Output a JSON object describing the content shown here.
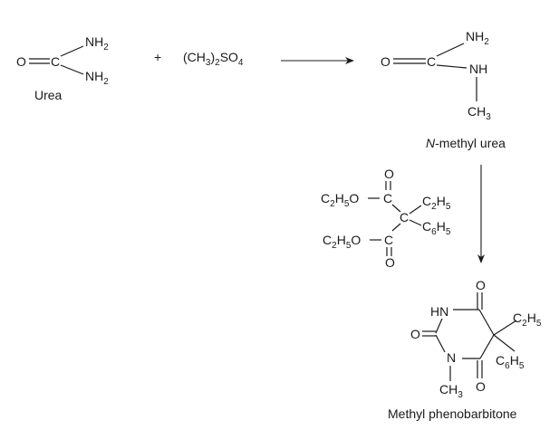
{
  "reaction": {
    "urea": {
      "caption": "Urea",
      "atom_O": "O",
      "atom_C": "C",
      "nh2_top": {
        "main": "NH",
        "sub": "2"
      },
      "nh2_bottom": {
        "main": "NH",
        "sub": "2"
      }
    },
    "plus_sign": "+",
    "reagent": {
      "parts": [
        "(CH",
        "3",
        ")",
        "2",
        "SO",
        "4"
      ]
    },
    "methyl_urea": {
      "caption_italic": "N",
      "caption_rest": "-methyl urea",
      "atom_O": "O",
      "atom_C": "C",
      "nh2": {
        "main": "NH",
        "sub": "2"
      },
      "nh": "NH",
      "ch3": {
        "main": "CH",
        "sub": "3"
      }
    },
    "malonate": {
      "carbonyl_O_top": "O",
      "carbonyl_C_top": "C",
      "ester_top": {
        "parts": [
          "C",
          "2",
          "H",
          "5",
          "O"
        ]
      },
      "central_C": "C",
      "ethyl": {
        "main": "C",
        "sub1": "2",
        "mid": "H",
        "sub2": "5"
      },
      "phenyl": {
        "main": "C",
        "sub1": "6",
        "mid": "H",
        "sub2": "5"
      },
      "carbonyl_C_bottom": "C",
      "ester_bottom": {
        "parts": [
          "C",
          "2",
          "H",
          "5",
          "O"
        ]
      },
      "carbonyl_O_bottom": "O"
    },
    "product": {
      "caption": "Methyl phenobarbitone",
      "hn": "HN",
      "n": "N",
      "o_top": "O",
      "o_left": "O",
      "o_bottom": "O",
      "ch3": {
        "main": "CH",
        "sub": "3"
      },
      "ethyl": {
        "main": "C",
        "sub1": "2",
        "mid": "H",
        "sub2": "5"
      },
      "phenyl": {
        "main": "C",
        "sub1": "6",
        "mid": "H",
        "sub2": "5"
      }
    }
  },
  "colors": {
    "ink": "#1a1a1a",
    "background": "#ffffff"
  }
}
